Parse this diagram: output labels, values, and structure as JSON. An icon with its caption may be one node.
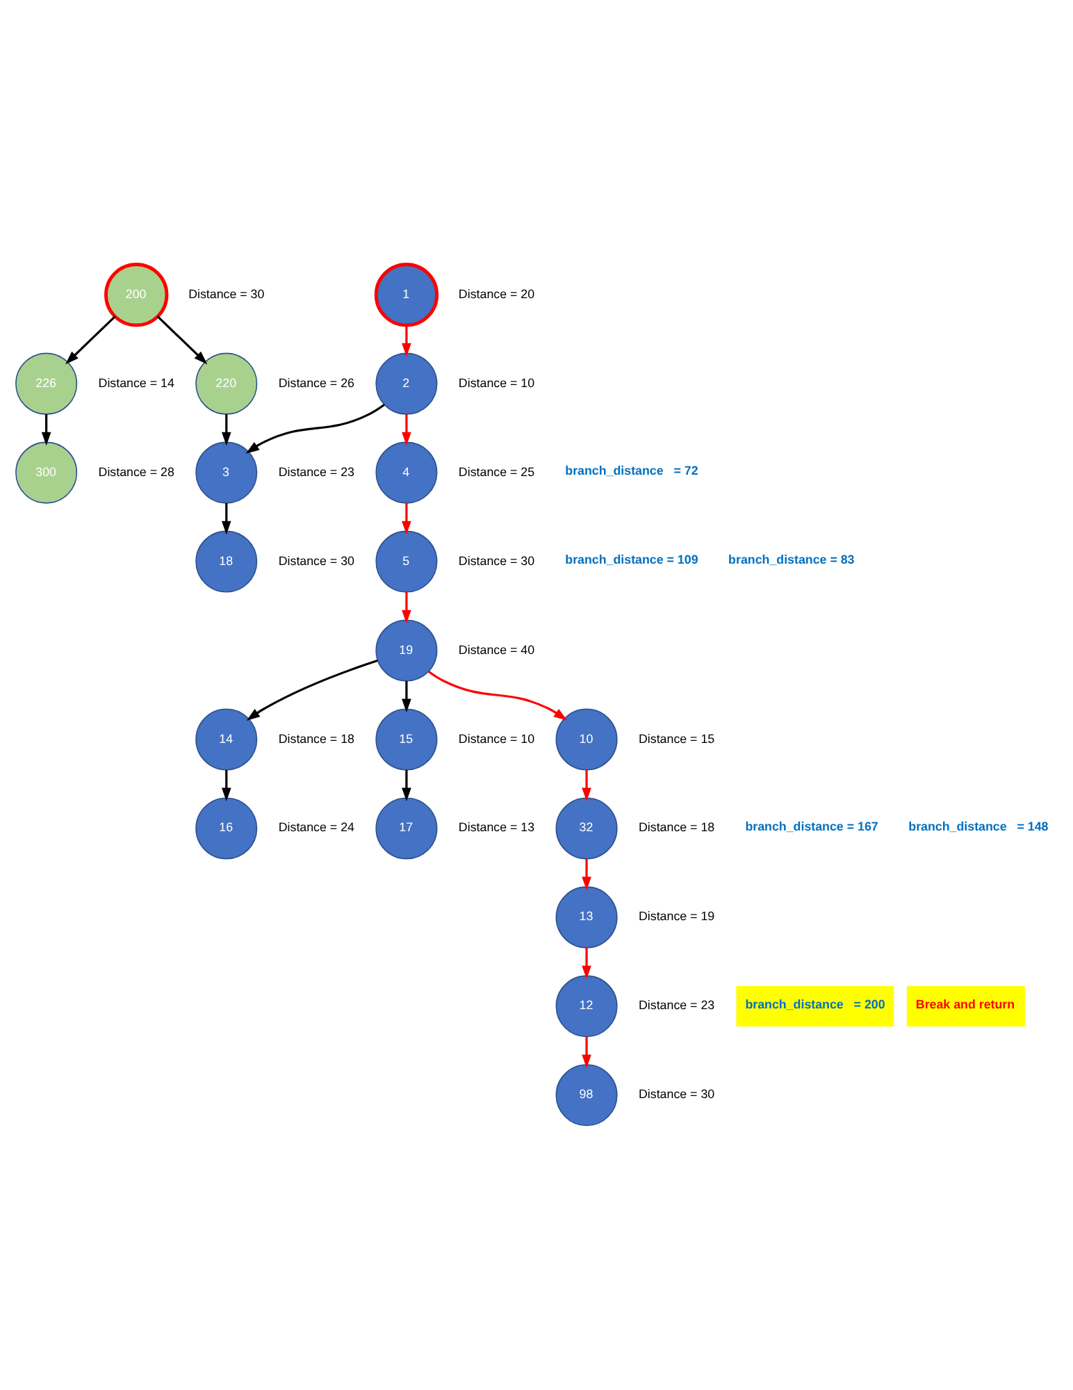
{
  "diagram": {
    "nodes": [
      {
        "text": [
          "200"
        ],
        "beside": [
          "Distance = 30"
        ]
      },
      {
        "text": [
          "1"
        ],
        "beside": [
          "Distance = 20"
        ]
      },
      {
        "text": [
          "226"
        ],
        "beside": [
          "Distance = 14"
        ]
      },
      {
        "text": [
          "220"
        ],
        "beside": [
          "Distance = 26"
        ]
      },
      {
        "text": [
          "2"
        ],
        "beside": [
          "Distance = 10"
        ]
      },
      {
        "text": [
          "3"
        ],
        "beside": [
          "Distance = 23"
        ]
      },
      {
        "text": [
          "4"
        ],
        "beside": [
          "Distance = 25"
        ]
      },
      {
        "text": [
          "300"
        ],
        "beside": [
          "Distance = 28"
        ]
      },
      {
        "text": [
          "18"
        ],
        "beside": [
          "Distance = 30"
        ]
      },
      {
        "text": [
          "5"
        ],
        "beside": [
          "Distance = 30"
        ]
      },
      {
        "text": [
          "19"
        ],
        "beside": [
          "Distance = 40"
        ]
      },
      {
        "text": [
          "14"
        ],
        "beside": [
          "Distance = 18"
        ]
      },
      {
        "text": [
          "15"
        ],
        "beside": [
          "Distance = 10"
        ]
      },
      {
        "text": [
          "10"
        ],
        "beside": [
          "Distance = 15"
        ]
      },
      {
        "text": [
          "16"
        ],
        "beside": [
          "Distance = 24"
        ]
      },
      {
        "text": [
          "17"
        ],
        "beside": [
          "Distance = 13"
        ]
      },
      {
        "text": [
          "32"
        ],
        "beside": [
          "Distance = 18"
        ]
      },
      {
        "text": [
          "13"
        ],
        "beside": [
          "Distance = 19"
        ]
      },
      {
        "text": [
          "12"
        ],
        "beside": [
          "Distance = 23"
        ]
      },
      {
        "text": [
          "98"
        ],
        "beside": [
          "Distance = 30"
        ]
      }
    ],
    "edges": [
      {
        "from": 0,
        "to": 2,
        "arrow": "to"
      },
      {
        "from": 0,
        "to": 3,
        "arrow": "to"
      },
      {
        "from": 2,
        "to": 7,
        "arrow": "to"
      },
      {
        "from": 3,
        "to": 5,
        "arrow": "to"
      },
      {
        "from": 1,
        "to": 4,
        "arrow": "to",
        "color": "#ff0000"
      },
      {
        "from": 4,
        "to": 5,
        "arrow": "to"
      },
      {
        "from": 4,
        "to": 6,
        "arrow": "to",
        "color": "#ff0000"
      },
      {
        "from": 5,
        "to": 8,
        "arrow": "to"
      },
      {
        "from": 6,
        "to": 9,
        "arrow": "to",
        "color": "#ff0000"
      },
      {
        "from": 9,
        "to": 10,
        "arrow": "to",
        "color": "#ff0000"
      },
      {
        "from": 10,
        "to": 11,
        "arrow": "to"
      },
      {
        "from": 10,
        "to": 12,
        "arrow": "to"
      },
      {
        "from": 10,
        "to": 13,
        "arrow": "to",
        "color": "#ff0000"
      },
      {
        "from": 11,
        "to": 14,
        "arrow": "to"
      },
      {
        "from": 12,
        "to": 15,
        "arrow": "to"
      },
      {
        "from": 13,
        "to": 16,
        "arrow": "to",
        "color": "#ff0000"
      },
      {
        "from": 16,
        "to": 17,
        "arrow": "to",
        "color": "#ff0000"
      },
      {
        "from": 17,
        "to": 18,
        "arrow": "to",
        "color": "#ff0000"
      },
      {
        "from": 18,
        "to": 19,
        "arrow": "to",
        "color": "#ff0000"
      }
    ],
    "labels": [
      "branch_distance   = 72",
      "branch_distance = 109",
      "branch_distance = 83",
      "branch_distance = 167",
      "branch_distance   = 148",
      "branch_distance   = 200",
      "Break and return"
    ]
  }
}
